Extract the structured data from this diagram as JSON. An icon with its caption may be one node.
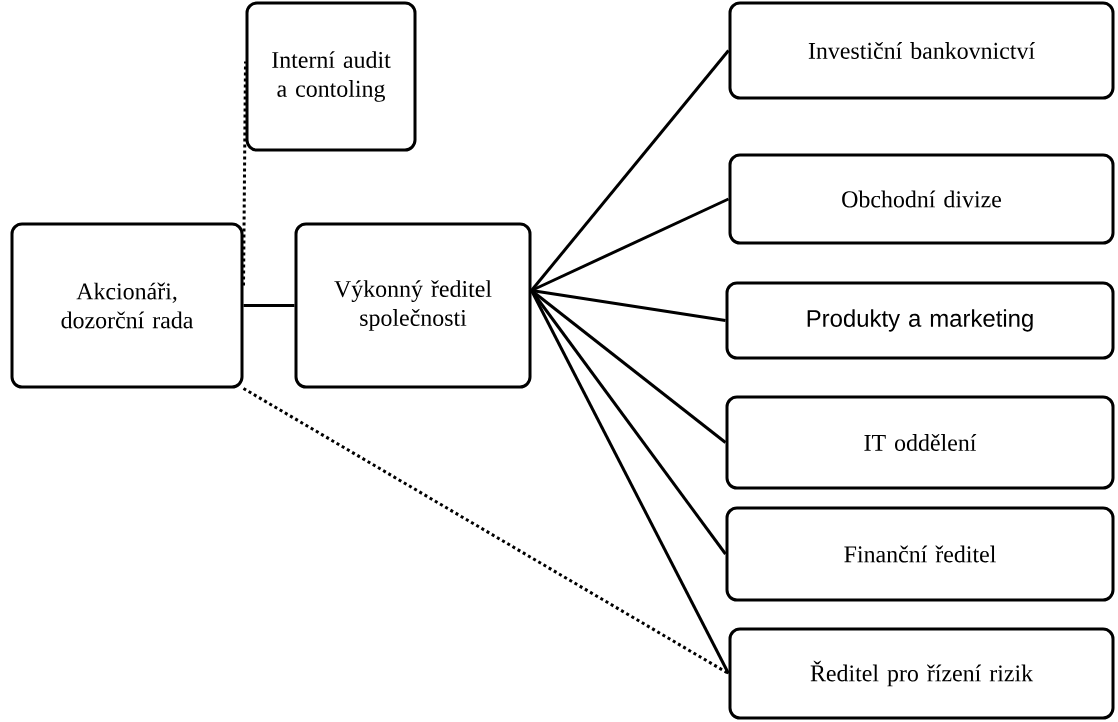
{
  "diagram": {
    "nodes": [
      {
        "text": [
          "Akcionáři, dozorční rada"
        ]
      },
      {
        "text": [
          "Interní audit a contoling"
        ]
      },
      {
        "text": [
          "Výkonný ředitel společnosti"
        ]
      },
      {
        "text": [
          "Investiční bankovnictví"
        ]
      },
      {
        "text": [
          "Obchodní divize"
        ]
      },
      {
        "text": [
          "Produkty a marketing"
        ]
      },
      {
        "text": [
          "IT oddělení"
        ]
      },
      {
        "text": [
          "Finanční ředitel"
        ]
      },
      {
        "text": [
          "Ředitel pro řízení rizik"
        ]
      }
    ],
    "edges": [
      {
        "from": 0,
        "to": 1,
        "arrow": "none",
        "style": "dashed"
      },
      {
        "from": 0,
        "to": 2,
        "arrow": "none"
      },
      {
        "from": 0,
        "to": 8,
        "arrow": "none",
        "style": "dashed"
      },
      {
        "from": 2,
        "to": 3,
        "arrow": "none"
      },
      {
        "from": 2,
        "to": 4,
        "arrow": "none"
      },
      {
        "from": 2,
        "to": 5,
        "arrow": "none"
      },
      {
        "from": 2,
        "to": 6,
        "arrow": "none"
      },
      {
        "from": 2,
        "to": 7,
        "arrow": "none"
      },
      {
        "from": 2,
        "to": 8,
        "arrow": "none"
      }
    ]
  }
}
